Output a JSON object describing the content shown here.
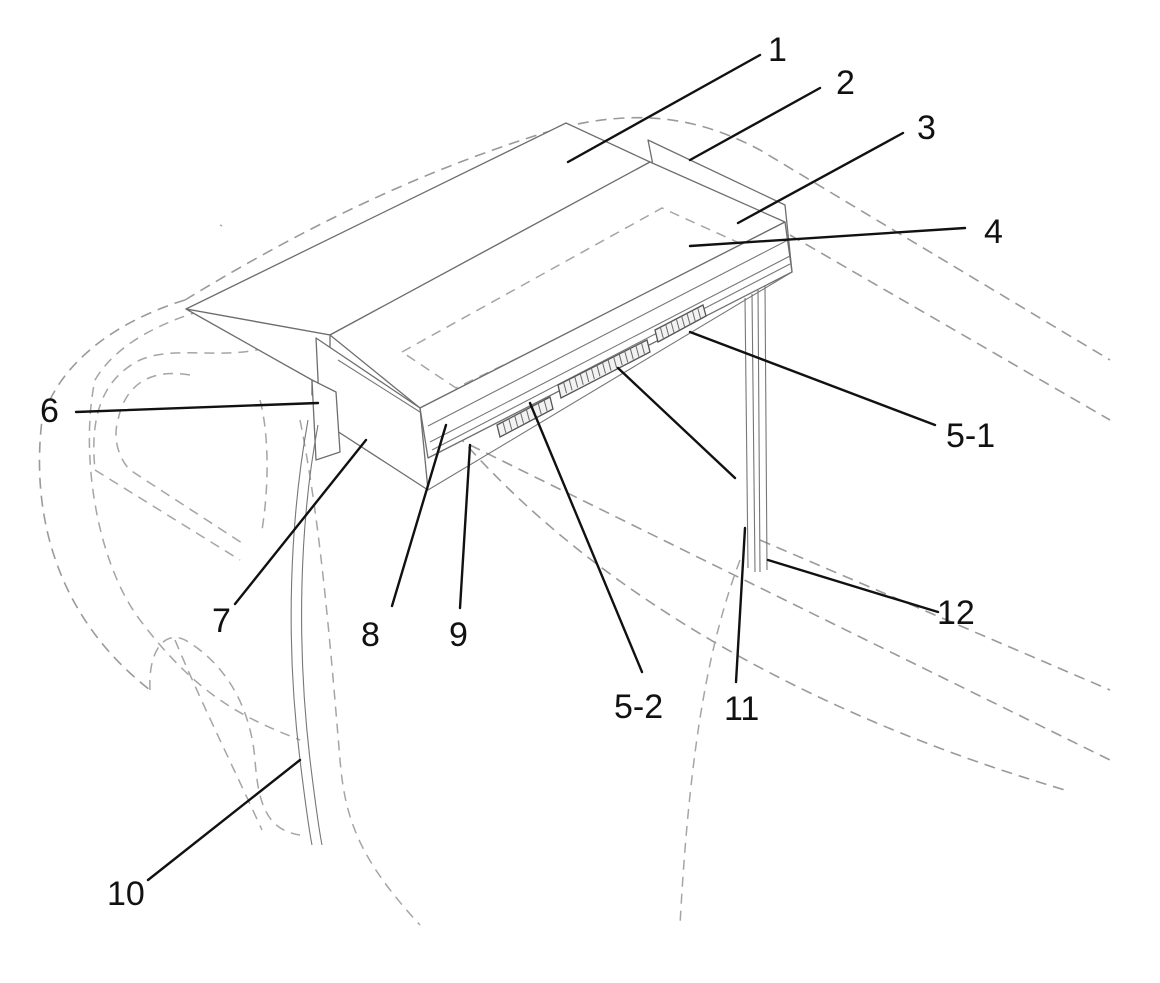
{
  "labels": {
    "l1": "1",
    "l2": "2",
    "l3": "3",
    "l4": "4",
    "l5_1": "5-1",
    "l5_2": "5-2",
    "l6": "6",
    "l7": "7",
    "l8": "8",
    "l9": "9",
    "l10": "10",
    "l11": "11",
    "l12": "12"
  },
  "colors": {
    "line": "#111111",
    "outline": "#6e6e6e",
    "dashed": "#9a9a9a"
  }
}
